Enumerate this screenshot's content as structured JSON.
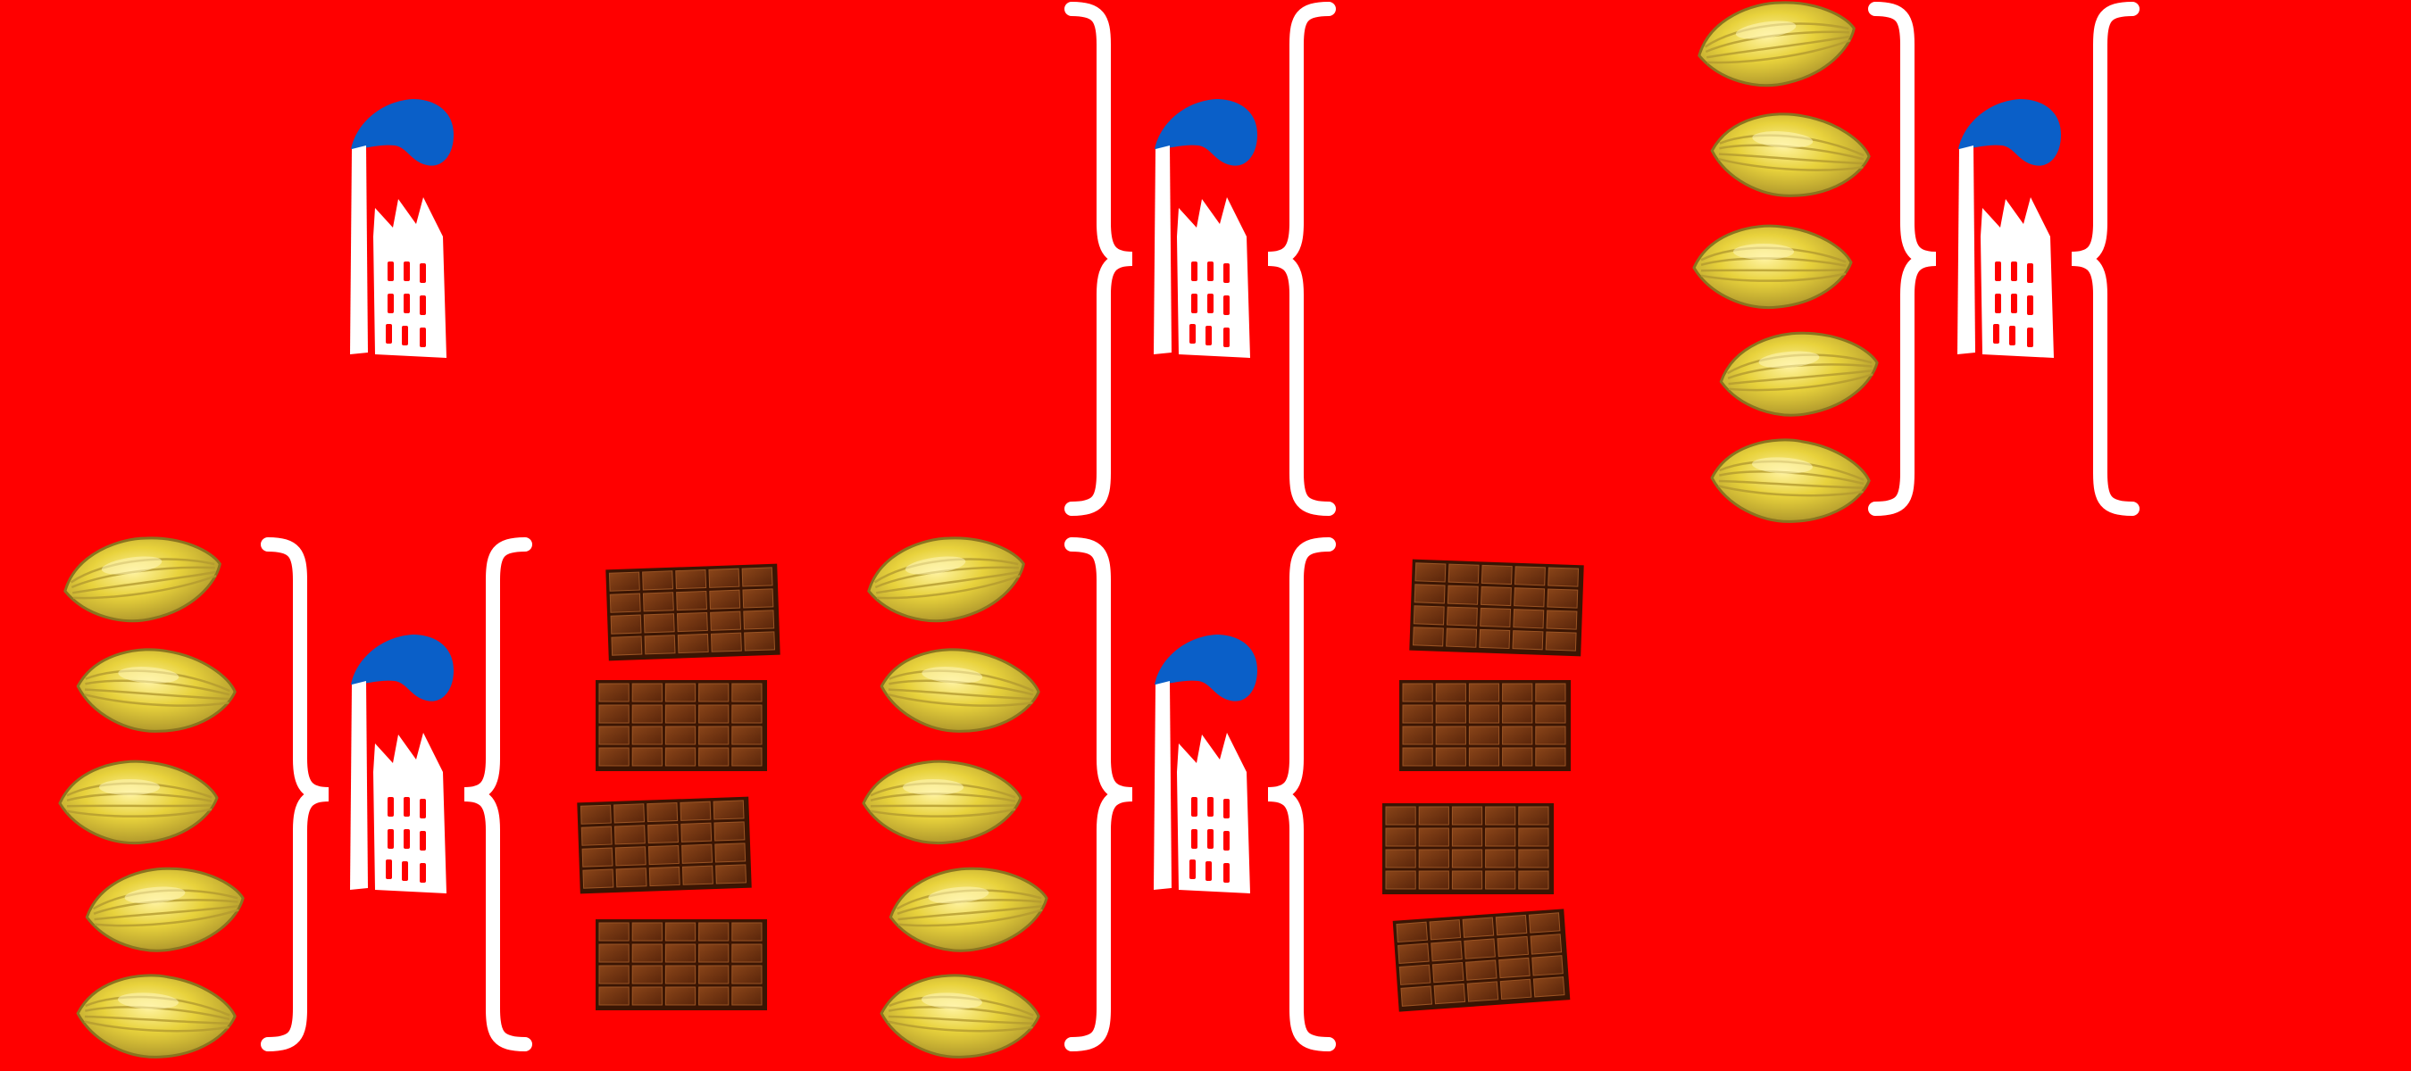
{
  "colors": {
    "background": "#ff0000",
    "factory": "#ffffff",
    "smoke": "#0a5fc8",
    "brace": "#ffffff",
    "pod_light": "#e8d23c",
    "pod_dark": "#a8902a",
    "chocolate_light": "#7a3a14",
    "chocolate_dark": "#4a1c06",
    "chocolate_edge": "#3a1503"
  },
  "icons": {
    "factory": "factory-icon",
    "smoke": "smoke-cloud-icon",
    "cocoa_pod": "cocoa-pod-icon",
    "chocolate_bar": "chocolate-bar-icon",
    "brace": "curly-brace-icon"
  },
  "panels": [
    {
      "name": "stage-empty-factory",
      "cocoa_pods": 0,
      "chocolate_bars": 0,
      "braces": 0
    },
    {
      "name": "stage-factory-braces",
      "cocoa_pods": 0,
      "chocolate_bars": 0,
      "braces": 2
    },
    {
      "name": "stage-pods-in",
      "cocoa_pods": 5,
      "chocolate_bars": 0,
      "braces": 2
    },
    {
      "name": "stage-pods-to-bars",
      "cocoa_pods": 5,
      "chocolate_bars": 4,
      "braces": 2
    },
    {
      "name": "stage-pods-to-bars-final",
      "cocoa_pods": 5,
      "chocolate_bars": 4,
      "braces": 2
    }
  ]
}
